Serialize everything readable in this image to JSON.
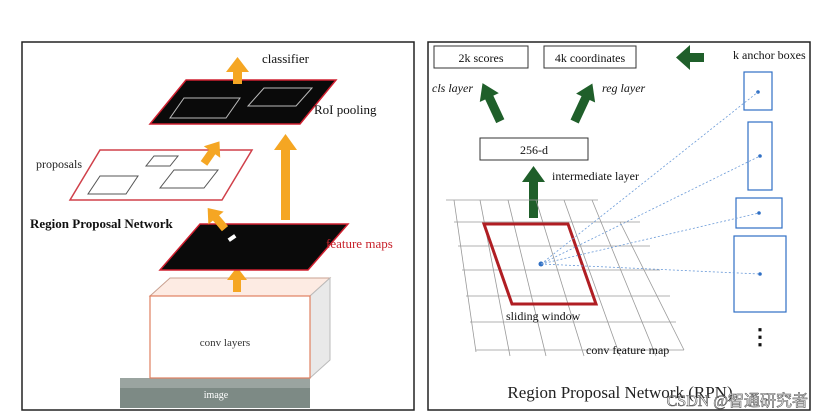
{
  "left": {
    "classifier": "classifier",
    "roi_pooling": "RoI pooling",
    "proposals": "proposals",
    "rpn": "Region Proposal Network",
    "feature_maps": "feature maps",
    "conv_layers": "conv layers",
    "image": "image"
  },
  "right": {
    "scores": "2k scores",
    "coordinates": "4k coordinates",
    "anchor_boxes": "k anchor boxes",
    "cls_layer": "cls layer",
    "reg_layer": "reg layer",
    "d256": "256-d",
    "intermediate_layer": "intermediate layer",
    "sliding_window": "sliding window",
    "conv_feature_map": "conv feature map",
    "title": "Region Proposal Network (RPN)",
    "ellipsis": "⋮"
  },
  "watermark": "CSDN @智通研究者",
  "colors": {
    "arrow_orange": "#f5a623",
    "arrow_green": "#1f5f2a",
    "window_red": "#b01e23",
    "proposal_red": "#d0404a",
    "anchor_blue": "#2f6fc4"
  }
}
